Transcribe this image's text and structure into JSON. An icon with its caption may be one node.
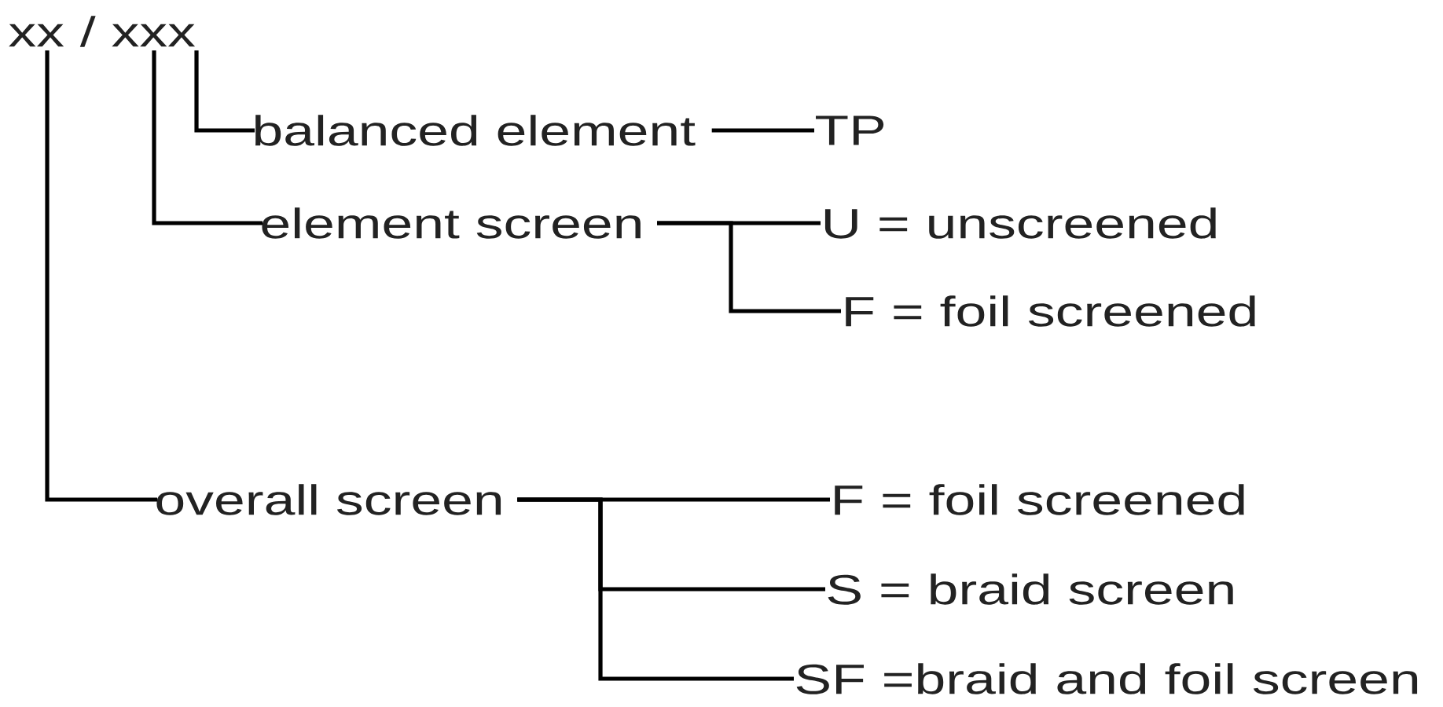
{
  "diagram": {
    "nodes": [
      {
        "text": [
          "xx / xxx"
        ]
      },
      {
        "text": [
          "balanced element"
        ]
      },
      {
        "text": [
          "TP"
        ]
      },
      {
        "text": [
          "element screen"
        ]
      },
      {
        "text": [
          "U = unscreened"
        ]
      },
      {
        "text": [
          "F = foil screened"
        ]
      },
      {
        "text": [
          "overall screen"
        ]
      },
      {
        "text": [
          "F = foil screened"
        ]
      },
      {
        "text": [
          "S = braid screen"
        ]
      },
      {
        "text": [
          "SF =braid and foil screen"
        ]
      }
    ],
    "edges": [
      {
        "from": 0,
        "to": 1,
        "arrow": "none"
      },
      {
        "from": 1,
        "to": 2,
        "arrow": "none"
      },
      {
        "from": 0,
        "to": 3,
        "arrow": "none"
      },
      {
        "from": 3,
        "to": 4,
        "arrow": "none"
      },
      {
        "from": 3,
        "to": 5,
        "arrow": "none"
      },
      {
        "from": 0,
        "to": 6,
        "arrow": "none"
      },
      {
        "from": 6,
        "to": 7,
        "arrow": "none"
      },
      {
        "from": 6,
        "to": 8,
        "arrow": "none"
      },
      {
        "from": 6,
        "to": 9,
        "arrow": "none"
      }
    ]
  }
}
